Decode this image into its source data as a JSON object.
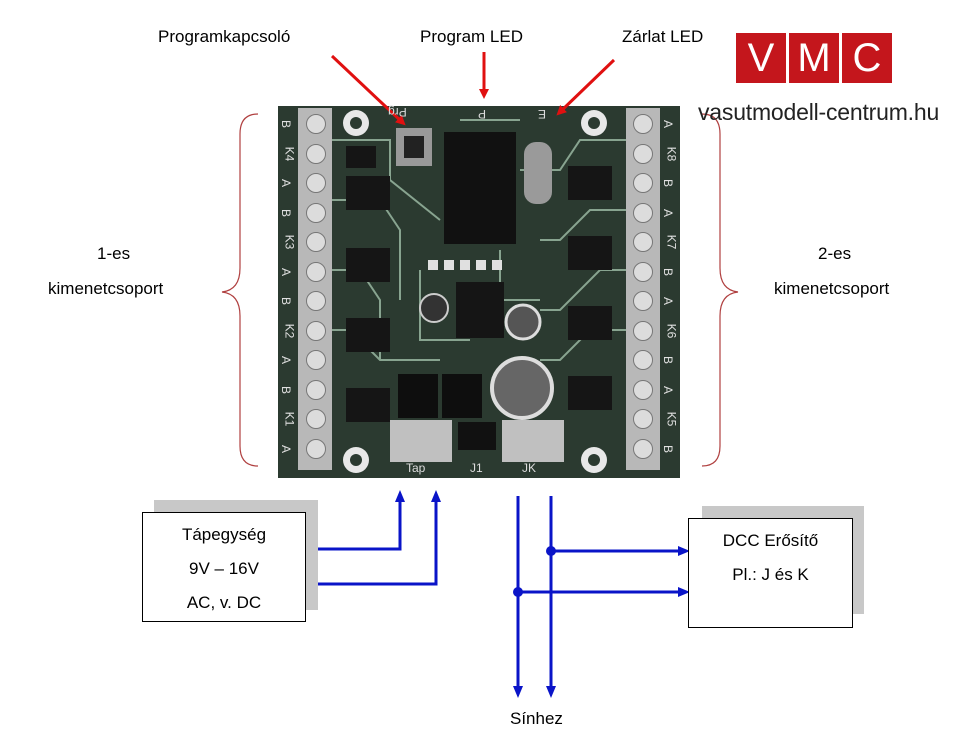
{
  "labels": {
    "program_switch": "Programkapcsoló",
    "program_led": "Program LED",
    "short_led": "Zárlat LED",
    "group1_line1": "1-es",
    "group1_line2": "kimenetcsoport",
    "group2_line1": "2-es",
    "group2_line2": "kimenetcsoport",
    "track": "Sínhez"
  },
  "power_box": {
    "line1": "Tápegység",
    "line2": "9V – 16V",
    "line3": "AC, v. DC"
  },
  "dcc_box": {
    "line1": "DCC Erősítő",
    "line2": "Pl.: J és K"
  },
  "logo": {
    "letters": [
      "V",
      "M",
      "C"
    ],
    "website": "vasutmodell-centrum.hu"
  },
  "board": {
    "prog_text": "Prg",
    "p_text": "P",
    "e_text": "E",
    "tap_text": "Tap",
    "j1_text": "J1",
    "jk_text": "JK",
    "left_terminals": [
      "B",
      "K4",
      "A",
      "B",
      "K3",
      "A",
      "B",
      "K2",
      "A",
      "B",
      "K1",
      "A"
    ],
    "right_terminals": [
      "A",
      "K8",
      "B",
      "A",
      "K7",
      "B",
      "A",
      "K6",
      "B",
      "A",
      "K5",
      "B"
    ]
  },
  "colors": {
    "red_arrow": "#e01010",
    "blue_line": "#0a14c8",
    "brace": "#b04040",
    "pcb": "#2b3a30",
    "trace": "#a8c8b0",
    "logo_red": "#c4161c"
  }
}
